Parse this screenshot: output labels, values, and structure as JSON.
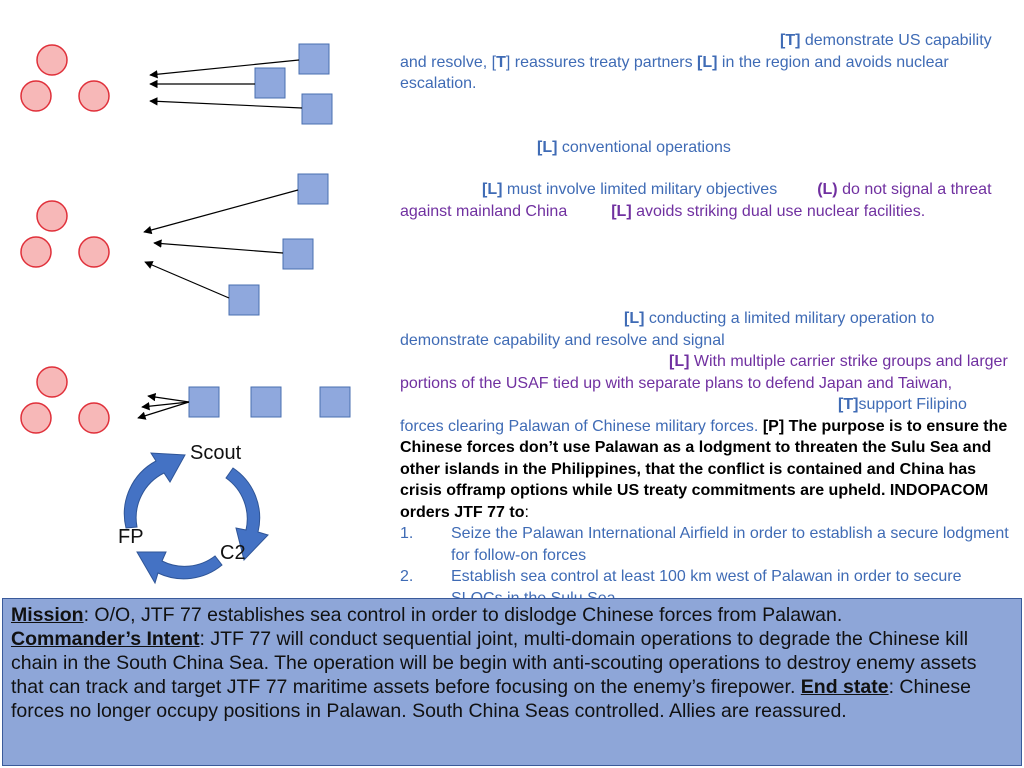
{
  "colors": {
    "enemy_fill": "#f7b8b8",
    "enemy_stroke": "#e0303a",
    "friendly_fill": "#8fa8dd",
    "friendly_stroke": "#4a6fb0",
    "cycle_arrow": "#4472c4",
    "text_blue": "#3f6bb5",
    "text_purple": "#7030a0",
    "mission_box": "#8ea6d8"
  },
  "cycle": {
    "scout": "Scout",
    "c2": "C2",
    "fp": "FP"
  },
  "block1": {
    "t1": "[T]",
    "s1": " demonstrate US capability and resolve, [",
    "t2": "T",
    "s2": "] reassures treaty partners ",
    "l1": "[L]",
    "s3": " in the region and avoids nuclear escalation."
  },
  "block2": {
    "l1": "[L]",
    "s1": " conventional operations"
  },
  "block3": {
    "l1": "[L]",
    "s1": " must involve limited military objectives",
    "l2": "(L)",
    "s2": " do not signal a threat against mainland China",
    "l3": "[L]",
    "s3": " avoids striking dual use nuclear facilities."
  },
  "block4": {
    "l1": "[L]",
    "s1": " conducting a limited military operation to demonstrate capability and resolve and signal",
    "l2": "[L]",
    "s2": " With multiple carrier strike groups and larger portions of the USAF tied up with separate plans to defend Japan and Taiwan,",
    "t1": "[T]",
    "s3": "support Filipino forces clearing Palawan of Chinese military forces. ",
    "p1": "[P] The purpose is to ensure the Chinese forces don’t use Palawan as a lodgment to threaten the Sulu Sea and other islands in the Philippines, that the conflict is contained and China has crisis offramp options while US treaty commitments are upheld. INDOPACOM orders JTF 77 to",
    "colon": ":",
    "items": [
      {
        "num": "1.",
        "text": "Seize the Palawan International Airfield in order to establish a secure lodgment for follow-on forces"
      },
      {
        "num": "2.",
        "text": "Establish sea control at least 100 km west of Palawan in order to secure SLOCs in the Sulu Sea"
      }
    ]
  },
  "mission": {
    "mission_label": "Mission",
    "mission_text": ": O/O, JTF 77 establishes sea control in order to dislodge Chinese forces from Palawan.",
    "intent_label": "Commander’s Intent",
    "intent_text": ": JTF 77 will conduct sequential joint, multi-domain operations to degrade the Chinese kill chain in the South China Sea. The operation will be begin with anti-scouting operations to destroy enemy assets that can track and target JTF 77 maritime assets before focusing on the enemy’s firepower. ",
    "end_label": "End state",
    "end_text": ": Chinese forces no longer occupy positions in Palawan. South China Seas controlled. Allies are reassured."
  }
}
